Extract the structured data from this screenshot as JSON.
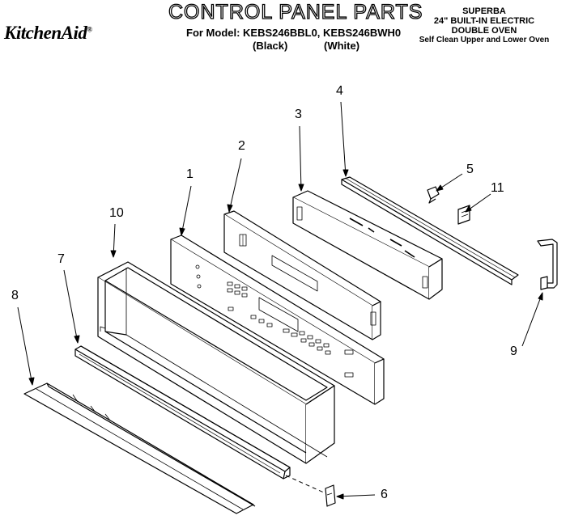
{
  "header": {
    "title": "CONTROL PANEL PARTS",
    "brand": "KitchenAid",
    "brand_mark": "®",
    "model_line": "For Model: KEBS246BBL0, KEBS246BWH0",
    "variant_black": "(Black)",
    "variant_white": "(White)"
  },
  "product_info": {
    "line1": "SUPERBA",
    "line2": "24\" BUILT-IN ELECTRIC",
    "line3": "DOUBLE OVEN",
    "line4": "Self Clean Upper and Lower Oven"
  },
  "callouts": [
    "1",
    "2",
    "3",
    "4",
    "5",
    "6",
    "7",
    "8",
    "9",
    "10",
    "11"
  ]
}
